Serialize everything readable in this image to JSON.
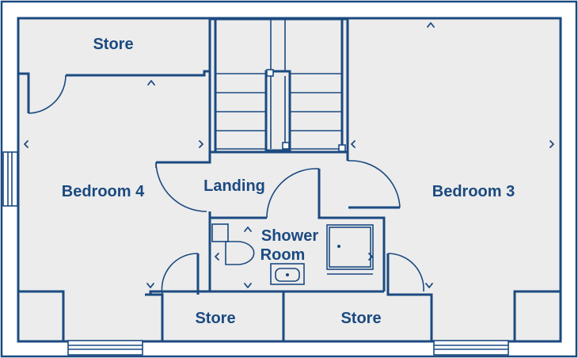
{
  "rooms": {
    "store_top": "Store",
    "bedroom4": "Bedroom 4",
    "landing": "Landing",
    "shower_room_line1": "Shower",
    "shower_room_line2": "Room",
    "bedroom3": "Bedroom 3",
    "store_bottom_left": "Store",
    "store_bottom_right": "Store"
  },
  "colors": {
    "wall": "#1b4a80",
    "floor": "#ececec",
    "background": "#ffffff"
  }
}
